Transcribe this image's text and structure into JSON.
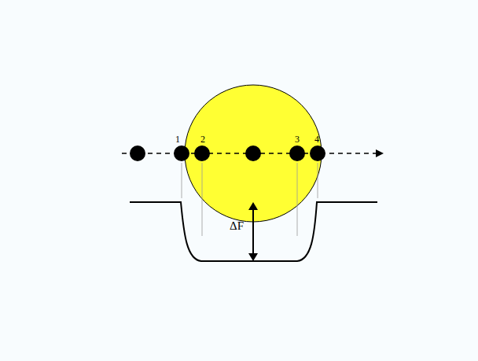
{
  "diagram": {
    "labels": [
      "1",
      "2",
      "3",
      "4",
      "ΔF"
    ]
  }
}
